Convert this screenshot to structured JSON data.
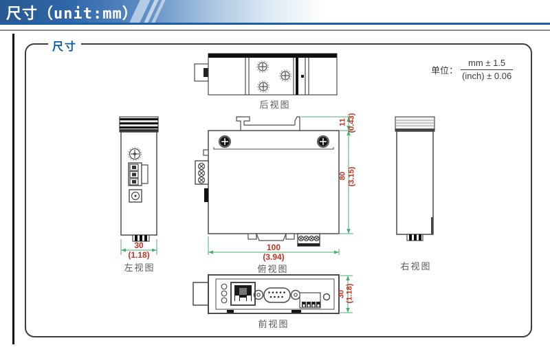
{
  "header": {
    "title": "尺寸（unit:mm）"
  },
  "panel": {
    "legend": "尺寸",
    "unit": {
      "label": "单位：",
      "mm": "mm ± 1.5",
      "inch": "(inch) ± 0.06"
    }
  },
  "views": {
    "rear": {
      "label": "后视图"
    },
    "left": {
      "label": "左视图",
      "dims": {
        "width_mm": "30",
        "width_inch": "(1.18)"
      }
    },
    "top": {
      "label": "俯视图",
      "dims": {
        "width_mm": "100",
        "width_inch": "(3.94)",
        "height_mm": "80",
        "height_inch": "(3.15)",
        "clip_mm": "11",
        "clip_inch": "(0.43)"
      }
    },
    "right": {
      "label": "右视图"
    },
    "front": {
      "label": "前视图",
      "dims": {
        "height_mm": "30",
        "height_inch": "(1.18)"
      }
    }
  },
  "colors": {
    "accent_blue": "#1c5ea6",
    "legend_blue": "#0c5ba8",
    "dim_red": "#c43321",
    "dim_green": "#48ad72",
    "label_gray": "#5a5a5a"
  }
}
